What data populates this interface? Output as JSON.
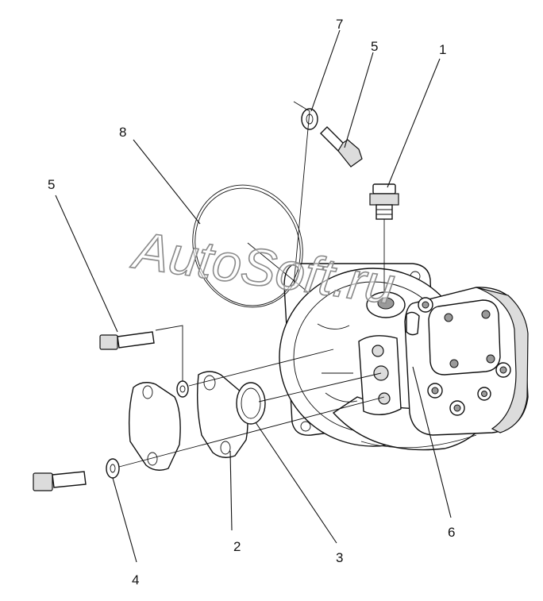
{
  "callouts": {
    "c1": "1",
    "c2": "2",
    "c3": "3",
    "c4": "4",
    "c5a": "5",
    "c5b": "5",
    "c6": "6",
    "c7": "7",
    "c8": "8"
  },
  "watermark": "AutoSoft.ru"
}
